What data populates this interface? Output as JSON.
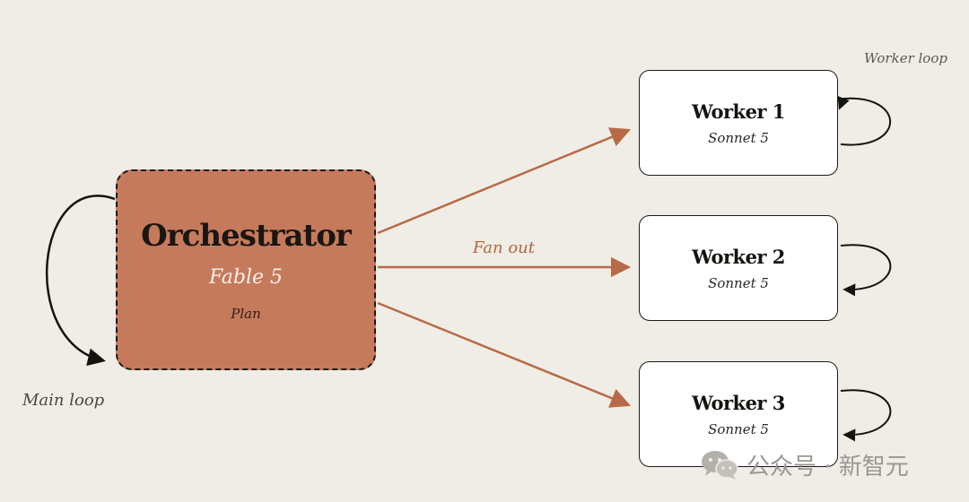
{
  "orchestrator": {
    "title": "Orchestrator",
    "model": "Fable 5",
    "role": "Plan"
  },
  "workers": [
    {
      "title": "Worker 1",
      "model": "Sonnet 5"
    },
    {
      "title": "Worker 2",
      "model": "Sonnet 5"
    },
    {
      "title": "Worker 3",
      "model": "Sonnet 5"
    }
  ],
  "labels": {
    "main_loop": "Main loop",
    "fan_out": "Fan out",
    "worker_loop": "Worker loop"
  },
  "watermark": {
    "icon": "wechat-icon",
    "text": "公众号 · 新智元"
  },
  "colors": {
    "background": "#f0ede6",
    "orchestrator_fill": "#c67a5c",
    "arrow": "#b86a47",
    "loop_arrow": "#15130f"
  }
}
